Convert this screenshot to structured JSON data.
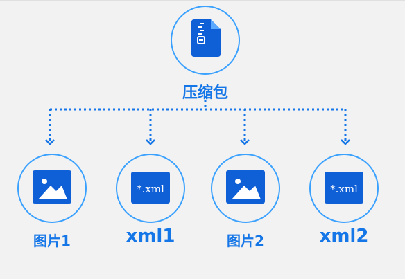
{
  "root": {
    "label": "压缩包",
    "icon": "zip-file-icon"
  },
  "children": [
    {
      "label": "图片1",
      "icon": "image-icon"
    },
    {
      "label": "xml1",
      "icon": "xml-file-icon",
      "icon_text": "*.xml"
    },
    {
      "label": "图片2",
      "icon": "image-icon"
    },
    {
      "label": "xml2",
      "icon": "xml-file-icon",
      "icon_text": "*.xml"
    }
  ],
  "colors": {
    "accent": "#1576e8",
    "ring": "#3aa1ff",
    "icon_fill": "#0f5fd6",
    "background": "#f2f2f2"
  }
}
